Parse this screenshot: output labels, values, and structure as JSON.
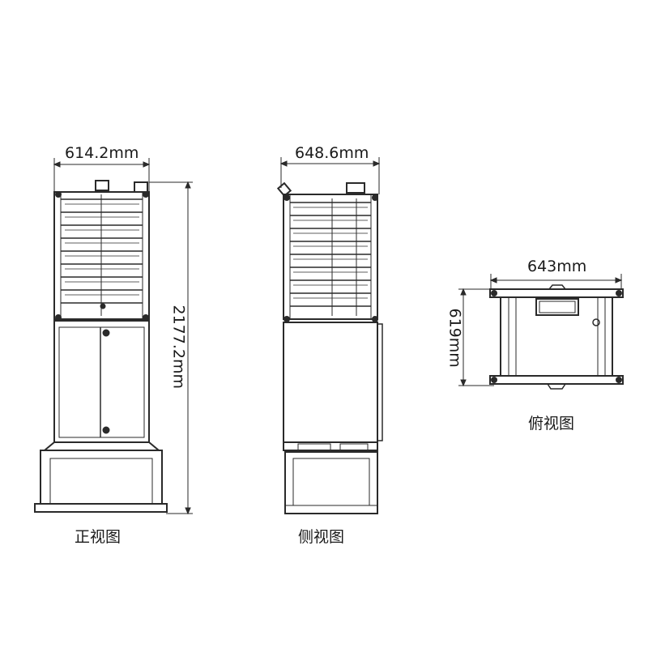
{
  "front_view": {
    "width_label": "614.2mm",
    "height_label": "2177.2mm",
    "caption": "正视图"
  },
  "side_view": {
    "width_label": "648.6mm",
    "caption": "侧视图"
  },
  "top_view": {
    "width_label": "643mm",
    "depth_label": "619mm",
    "caption": "俯视图"
  },
  "colors": {
    "line": "#2a2a2a",
    "text": "#1a1a1a",
    "background": "#ffffff"
  }
}
